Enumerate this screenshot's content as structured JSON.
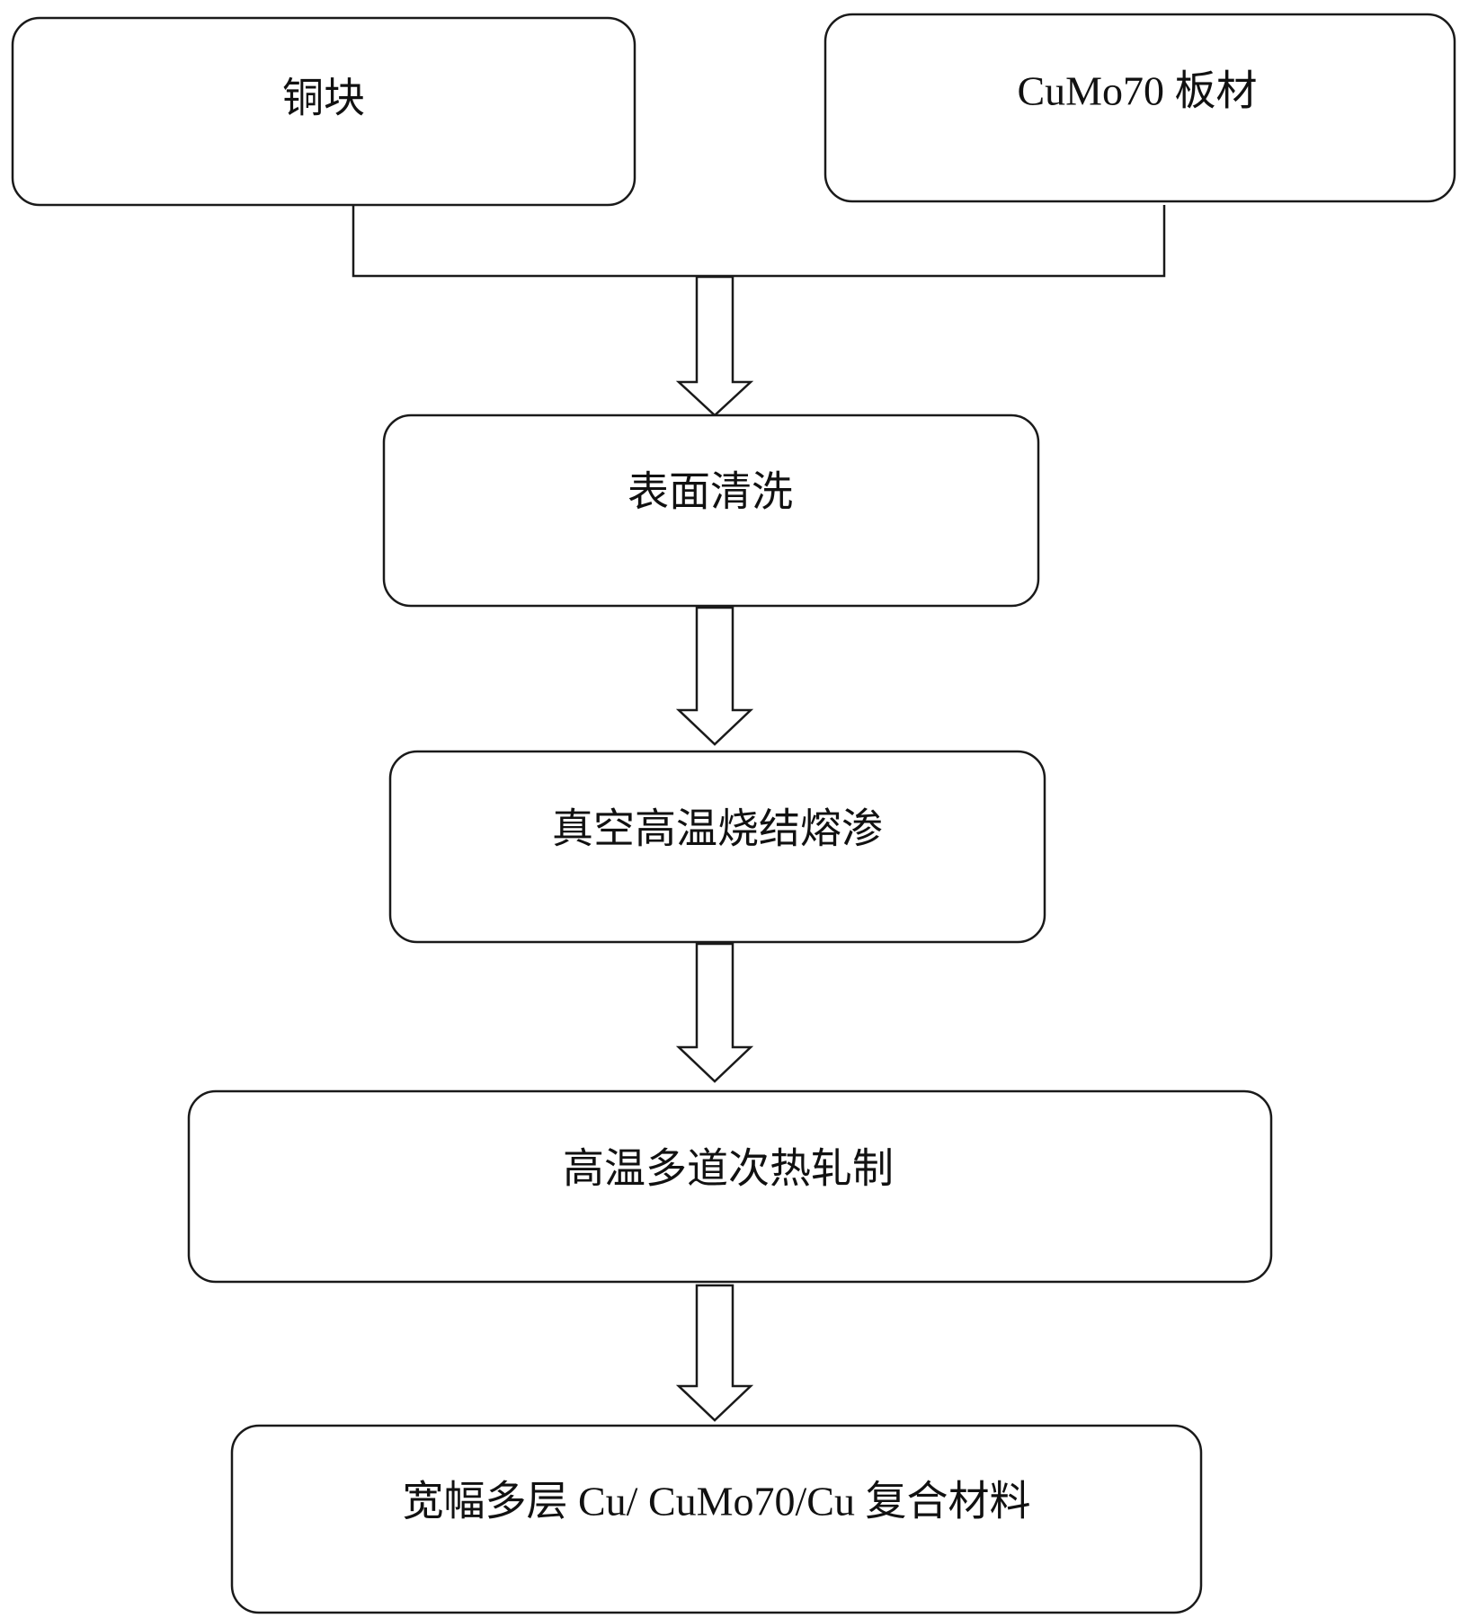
{
  "nodes": [
    {
      "id": "copper-block",
      "label": "铜块"
    },
    {
      "id": "cumo70-sheet",
      "label": "CuMo70 板材"
    },
    {
      "id": "surface-cleaning",
      "label": "表面清洗"
    },
    {
      "id": "vacuum-sintering",
      "label": "真空高温烧结熔渗"
    },
    {
      "id": "hot-rolling",
      "label": "高温多道次热轧制"
    },
    {
      "id": "composite-material",
      "label": "宽幅多层 Cu/ CuMo70/Cu 复合材料"
    }
  ],
  "edges": [
    {
      "from": "copper-block",
      "to": "surface-cleaning"
    },
    {
      "from": "cumo70-sheet",
      "to": "surface-cleaning"
    },
    {
      "from": "surface-cleaning",
      "to": "vacuum-sintering"
    },
    {
      "from": "vacuum-sintering",
      "to": "hot-rolling"
    },
    {
      "from": "hot-rolling",
      "to": "composite-material"
    }
  ]
}
